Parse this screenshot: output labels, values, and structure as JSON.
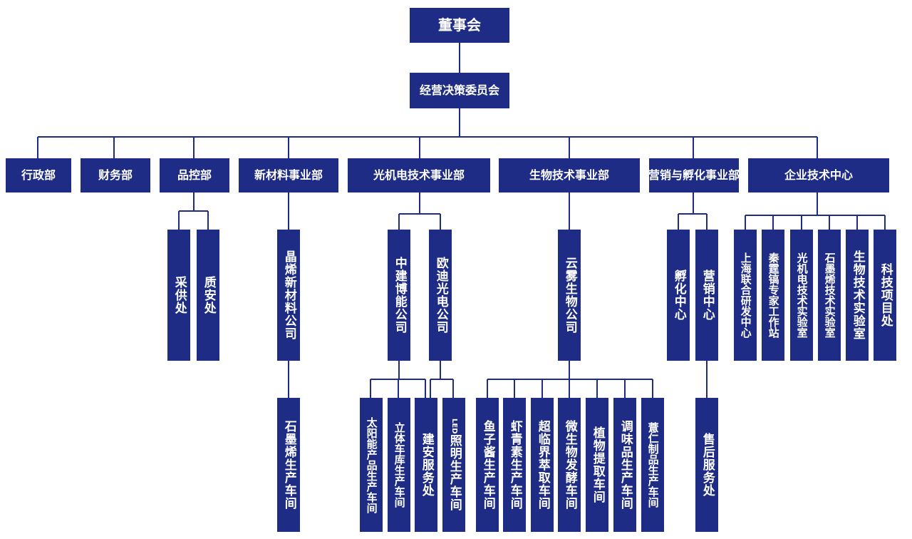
{
  "board": "董事会",
  "committee": "经营决策委员会",
  "departments": {
    "admin": "行政部",
    "finance": "财务部",
    "quality": "品控部",
    "new_materials": "新材料事业部",
    "optomech": "光机电技术事业部",
    "biotech": "生物技术事业部",
    "marketing": "营销与孵化事业部",
    "tech_center": "企业技术中心"
  },
  "quality_units": {
    "purchasing": "采供处",
    "safety": "质安处"
  },
  "new_materials_units": {
    "jingxi": "晶烯新材料公司",
    "graphene_workshop": "石墨烯生产车间"
  },
  "optomech_units": {
    "zhongjian": "中建博能公司",
    "oudi": "欧迪光电公司",
    "solar": "太阳能产品生产车间",
    "garage": "立体车库生产车间",
    "construction": "建安服务处",
    "led_prefix": "LED",
    "led_rest": "照明生产车间"
  },
  "biotech_units": {
    "yunwu": "云雾生物公司",
    "caviar": "鱼子酱生产车间",
    "astaxanthin": "虾青素生产车间",
    "supercritical": "超临界萃取车间",
    "fermentation": "微生物发酵车间",
    "plant_extraction": "植物提取车间",
    "seasoning": "调味品生产车间",
    "coix": "薏仁制品生产车间"
  },
  "marketing_units": {
    "incubation": "孵化中心",
    "sales": "营销中心",
    "after_sales": "售后服务处"
  },
  "tech_center_units": {
    "shanghai": "上海联合研发中心",
    "qin_station": "秦霆镐专家工作站",
    "optomech_lab": "光机电技术实验室",
    "graphene_lab": "石墨烯技术实验室",
    "bio_lab": "生物技术实验室",
    "research_office": "科技项目处"
  },
  "colors": {
    "box": "#1e2c85",
    "line": "#1e2c85",
    "text": "#ffffff"
  }
}
